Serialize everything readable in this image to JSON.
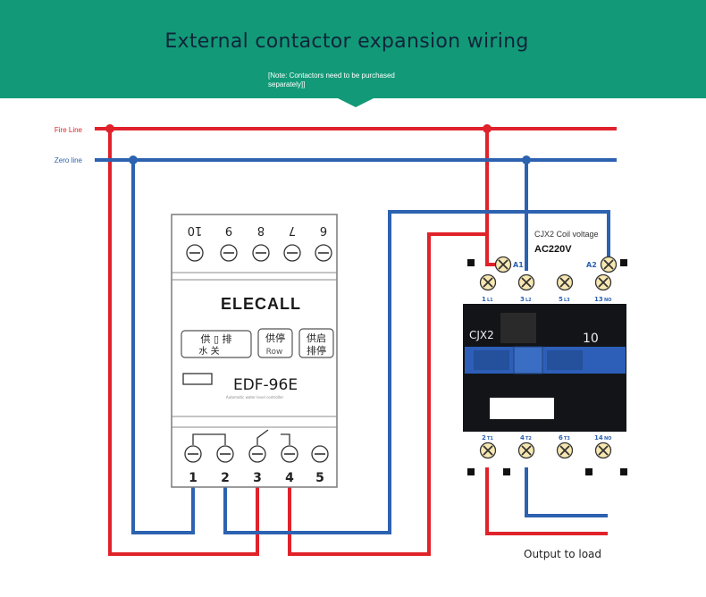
{
  "header": {
    "title": "External contactor expansion wiring",
    "note": "[Note: Contactors need to be purchased separately]]"
  },
  "lines": {
    "fire_label": "Fire Line",
    "zero_label": "Zero line",
    "fire_color": "#e0222a",
    "zero_color": "#2c62b0"
  },
  "controller": {
    "brand": "ELECALL",
    "model": "EDF-96E",
    "subtitle": "Automatic water level controller",
    "top_terminals": [
      "10",
      "9",
      "8",
      "7",
      "6"
    ],
    "bottom_terminals": [
      "1",
      "2",
      "3",
      "4",
      "5"
    ],
    "panel_buttons": [
      {
        "line1": "供 ▯ 排",
        "line2": "水  关"
      },
      {
        "line1": "供停",
        "line2": "Row"
      },
      {
        "line1": "供启",
        "line2": "排停"
      }
    ]
  },
  "contactor": {
    "model": "CJX2",
    "rating": "10",
    "coil_label": "CJX2 Coil voltage",
    "coil_voltage": "AC220V",
    "coil_terminals": [
      "A1",
      "A2"
    ],
    "top_terminals": [
      "1",
      "3",
      "5",
      "13"
    ],
    "top_terminal_suffixes": [
      "L1",
      "L2",
      "L3",
      "NO"
    ],
    "bottom_terminals": [
      "2",
      "4",
      "6",
      "14"
    ],
    "bottom_terminal_suffixes": [
      "T1",
      "T2",
      "T3",
      "NO"
    ]
  },
  "output_label": "Output to load"
}
